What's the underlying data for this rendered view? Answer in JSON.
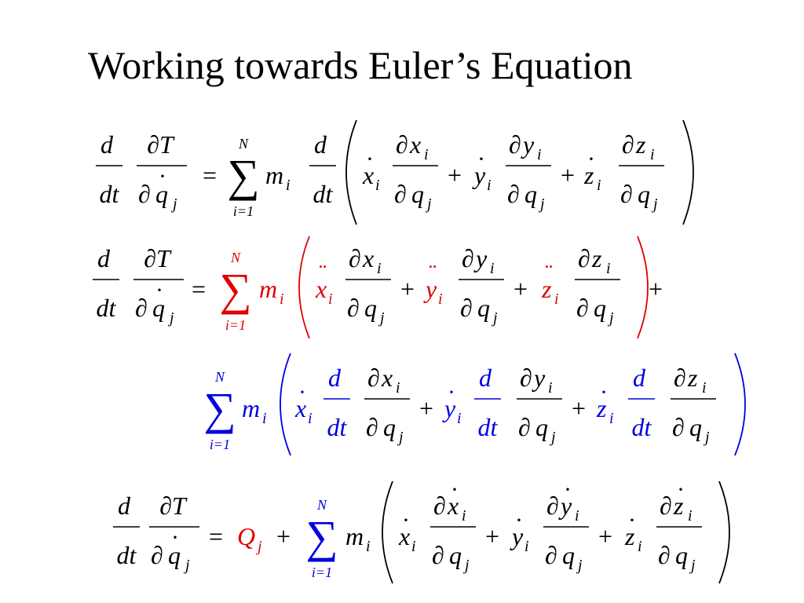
{
  "slide": {
    "title": "Working towards Euler’s Equation"
  },
  "symbols": {
    "d": "d",
    "dt": "dt",
    "partial_T": "∂T",
    "partial": "∂",
    "q": "q",
    "j": "j",
    "i": "i",
    "i_eq_1": "i=1",
    "N": "N",
    "m": "m",
    "x": "x",
    "y": "y",
    "z": "z",
    "Q": "Q",
    "equals": "=",
    "plus": "+",
    "sigma": "∑",
    "dot": "·",
    "ddot": "¨"
  },
  "colors": {
    "text": "#000000",
    "red": "#e00000",
    "blue": "#0000e0"
  },
  "equations": [
    {
      "id": "eq1",
      "highlight": "none"
    },
    {
      "id": "eq2",
      "highlight": "red"
    },
    {
      "id": "eq3",
      "highlight": "blue"
    },
    {
      "id": "eq4",
      "highlight": "red-Q, blue-sum"
    }
  ]
}
